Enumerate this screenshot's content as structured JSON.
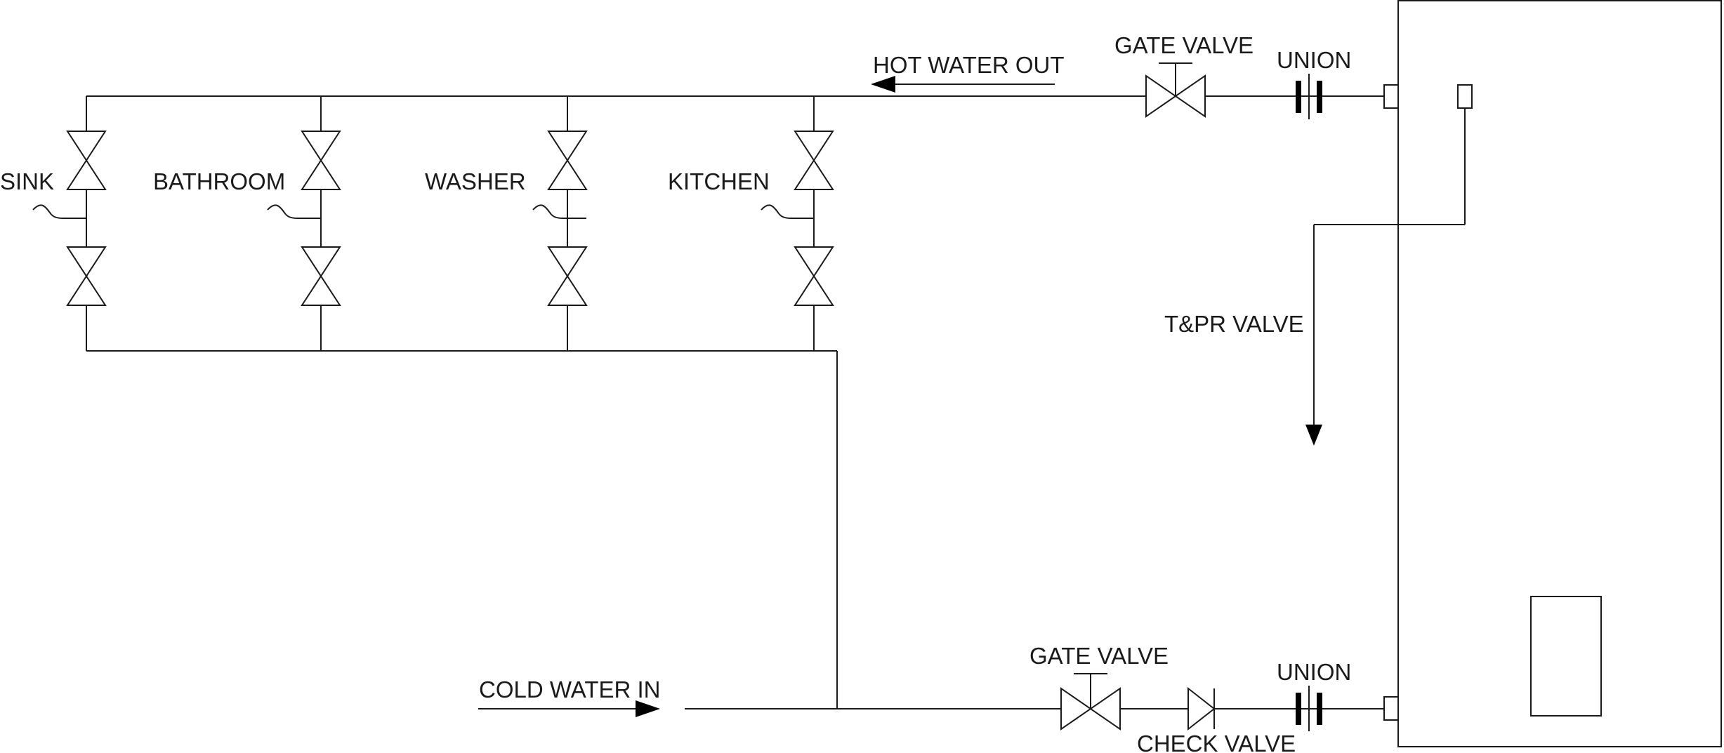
{
  "labels": {
    "hot_water_out": "HOT WATER OUT",
    "cold_water_in": "COLD WATER IN",
    "gate_valve_hot": "GATE VALVE",
    "gate_valve_cold": "GATE VALVE",
    "union_hot": "UNION",
    "union_cold": "UNION",
    "check_valve": "CHECK VALVE",
    "tpr_valve": "T&PR VALVE"
  },
  "fixtures": [
    {
      "name": "SINK"
    },
    {
      "name": "BATHROOM"
    },
    {
      "name": "WASHER"
    },
    {
      "name": "KITCHEN"
    }
  ]
}
